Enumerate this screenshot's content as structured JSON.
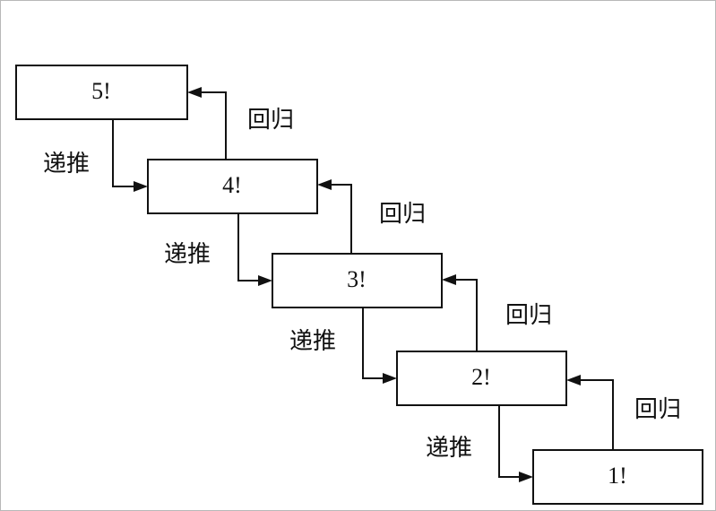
{
  "boxes": [
    {
      "id": "box-5",
      "label": "5!"
    },
    {
      "id": "box-4",
      "label": "4!"
    },
    {
      "id": "box-3",
      "label": "3!"
    },
    {
      "id": "box-2",
      "label": "2!"
    },
    {
      "id": "box-1",
      "label": "1!"
    }
  ],
  "labels": {
    "recursion": "递推",
    "backtrack": "回归"
  }
}
